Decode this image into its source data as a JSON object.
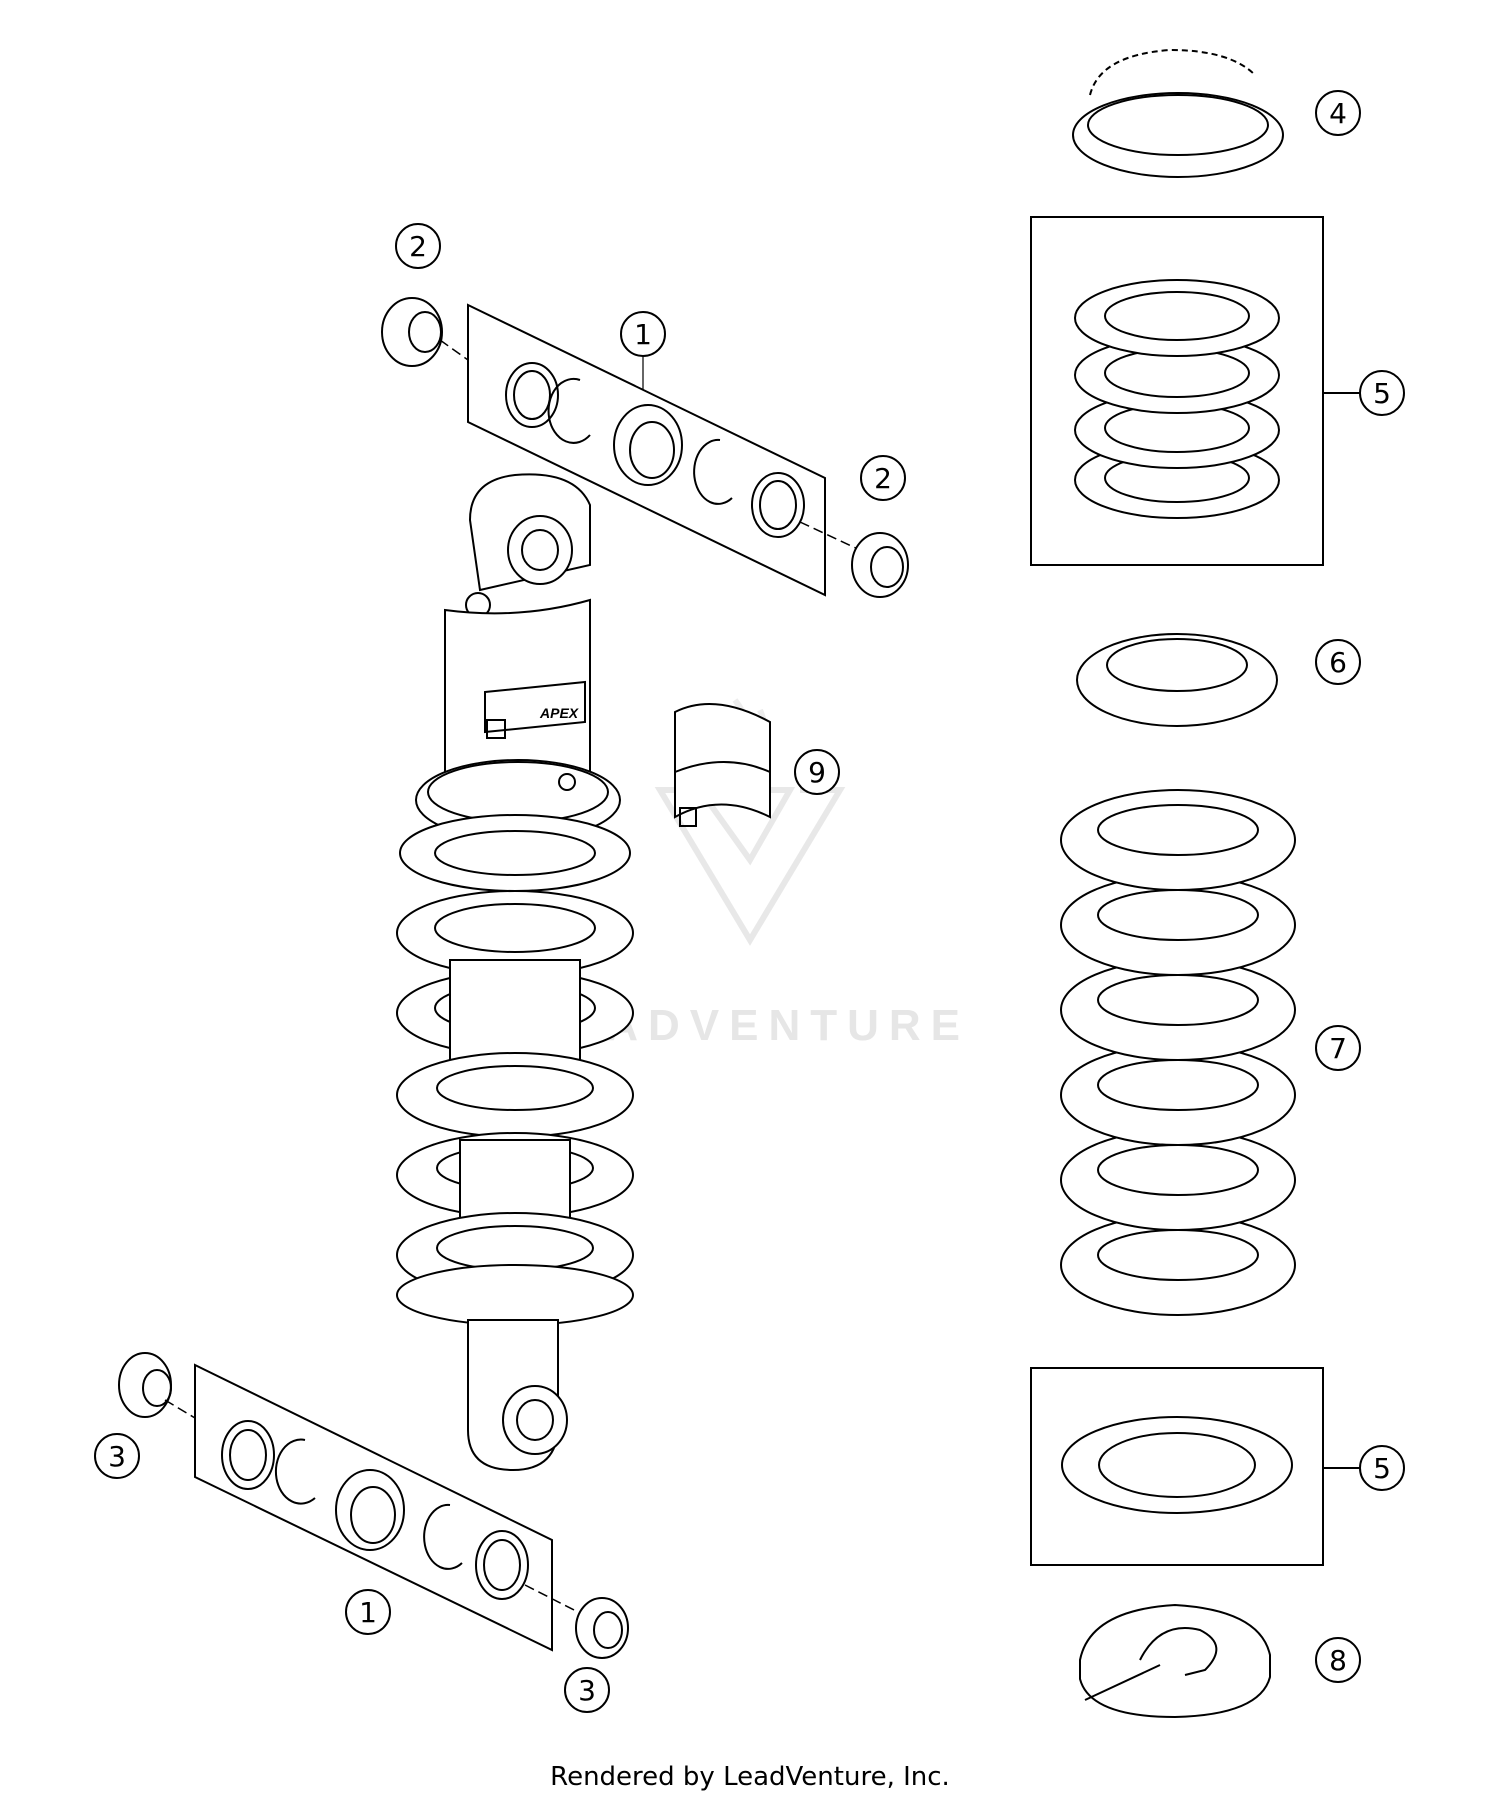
{
  "callouts": [
    {
      "id": "c1a",
      "label": "1"
    },
    {
      "id": "c1b",
      "label": "1"
    },
    {
      "id": "c2a",
      "label": "2"
    },
    {
      "id": "c2b",
      "label": "2"
    },
    {
      "id": "c3a",
      "label": "3"
    },
    {
      "id": "c3b",
      "label": "3"
    },
    {
      "id": "c4",
      "label": "4"
    },
    {
      "id": "c5a",
      "label": "5"
    },
    {
      "id": "c5b",
      "label": "5"
    },
    {
      "id": "c6",
      "label": "6"
    },
    {
      "id": "c7",
      "label": "7"
    },
    {
      "id": "c8",
      "label": "8"
    },
    {
      "id": "c9",
      "label": "9"
    }
  ],
  "watermark": {
    "brand": "LEADVENTURE"
  },
  "footer": {
    "credit": "Rendered by LeadVenture, Inc."
  },
  "sticker": {
    "brand": "APEX"
  }
}
